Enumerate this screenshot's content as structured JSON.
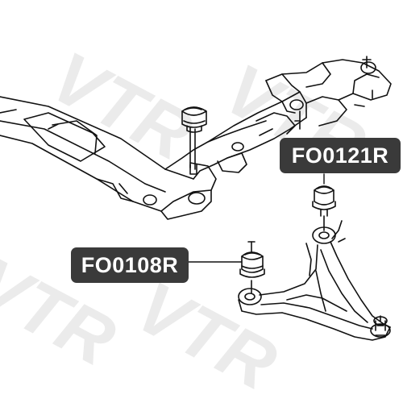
{
  "parts": {
    "upper_bushing": {
      "code": "FO0121R"
    },
    "lower_bushing": {
      "code": "FO0108R"
    }
  },
  "watermark": {
    "text": "VTR"
  }
}
